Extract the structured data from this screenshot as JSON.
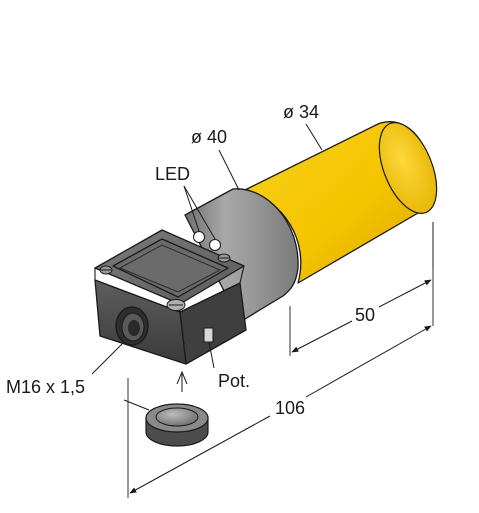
{
  "labels": {
    "dia_40": "ø 40",
    "dia_34": "ø 34",
    "led": "LED",
    "dim_50": "50",
    "dim_106": "106",
    "pot": "Pot.",
    "thread": "M16 x 1,5"
  },
  "colors": {
    "sleeve": "#f5c400",
    "collar": "#8e8e8e",
    "housing": "#4f4f4f",
    "lines": "#1a1a1a"
  },
  "icons": {
    "led_indicators": "two-circles",
    "potentiometer": "slot",
    "cable_gland": "threaded-ring",
    "insert_arrow": "arrow-up"
  }
}
